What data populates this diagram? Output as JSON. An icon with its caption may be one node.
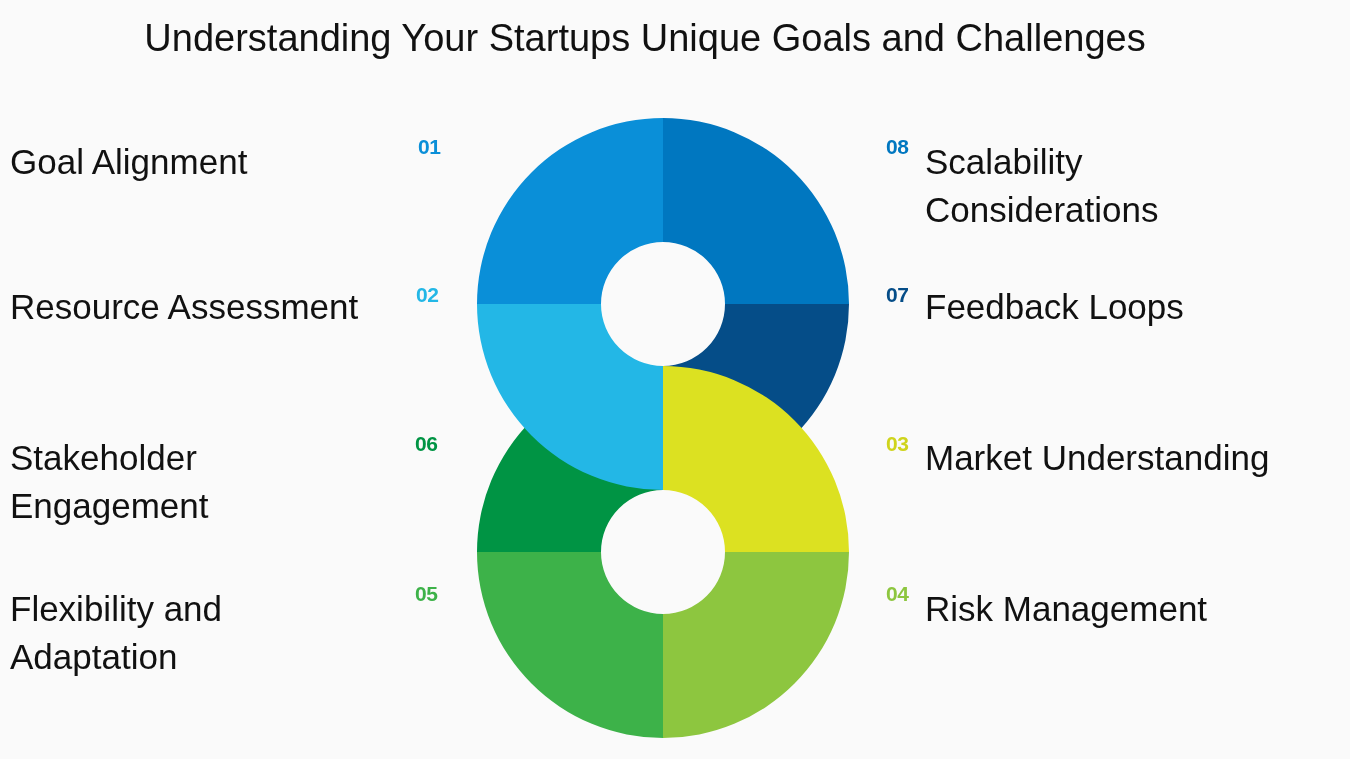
{
  "diagram": {
    "title": "Understanding Your Startups Unique Goals and Challenges",
    "labels": [
      "Goal Alignment",
      "01",
      "08",
      "Scalability Considerations",
      "Resource Assessment",
      "02",
      "07",
      "Feedback Loops",
      "Stakeholder Engagement",
      "06",
      "03",
      "Market Understanding",
      "Flexibility and Adaptation",
      "05",
      "04",
      "Risk Management"
    ]
  }
}
